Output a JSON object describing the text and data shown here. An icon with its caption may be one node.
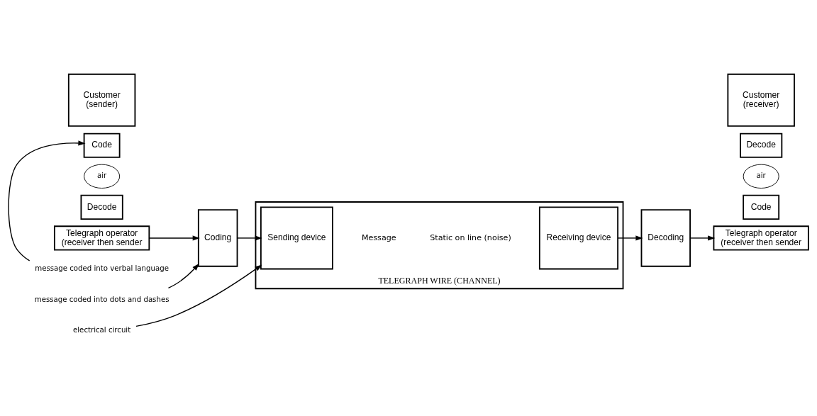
{
  "diagram": {
    "nodes": [
      {
        "text": [
          "Customer",
          "(sender)"
        ]
      },
      {
        "text": [
          "Code"
        ]
      },
      {
        "text": [
          "air"
        ]
      },
      {
        "text": [
          "Decode"
        ]
      },
      {
        "text": [
          "Telegraph operator",
          "(receiver then sender"
        ]
      },
      {
        "text": [
          "Coding"
        ]
      },
      {
        "text": [
          "TELEGRAPH WIRE (CHANNEL)"
        ]
      },
      {
        "text": [
          "Sending device"
        ],
        "in": 6
      },
      {
        "text": [
          "Receiving device"
        ],
        "in": 6
      },
      {
        "text": [
          "Decoding"
        ]
      },
      {
        "text": [
          "Customer",
          "(receiver)"
        ]
      },
      {
        "text": [
          "Decode"
        ]
      },
      {
        "text": [
          "air"
        ]
      },
      {
        "text": [
          "Code"
        ]
      },
      {
        "text": [
          "Telegraph operator",
          "(receiver then sender"
        ]
      },
      {
        "text": [
          "message coded into verbal language"
        ]
      },
      {
        "text": [
          "electrical circuit"
        ]
      },
      {
        "text": [
          "message coded into dots and dashes"
        ]
      }
    ],
    "edges": [
      {
        "from": 4,
        "to": 5,
        "arrow": "to"
      },
      {
        "from": 5,
        "to": 7,
        "arrow": "to"
      },
      {
        "from": 8,
        "to": 9,
        "arrow": "to"
      },
      {
        "from": 9,
        "to": 14,
        "arrow": "to"
      },
      {
        "from": 15,
        "to": 1,
        "arrow": "to"
      },
      {
        "from": 16,
        "to": 7,
        "arrow": "to"
      },
      {
        "from": 17,
        "to": 5,
        "arrow": "to"
      }
    ],
    "labels": [
      "Message",
      "Static on line (noise)"
    ]
  }
}
